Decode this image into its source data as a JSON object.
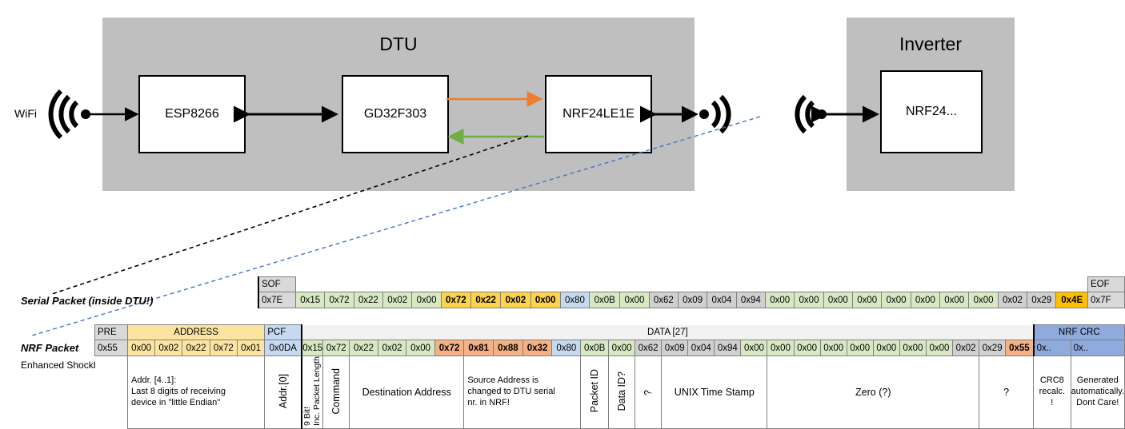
{
  "diagram": {
    "dtu": {
      "title": "DTU",
      "chips": [
        {
          "name": "ESP8266"
        },
        {
          "name": "GD32F303"
        },
        {
          "name": "NRF24LE1E"
        }
      ],
      "wifi_label": "WiFi",
      "arrow_colors": {
        "tx": "#ED7D31",
        "rx": "#70AD47",
        "bus": "#000000"
      }
    },
    "inverter": {
      "title": "Inverter",
      "chips": [
        {
          "name": "NRF24..."
        }
      ]
    },
    "connector_colors": {
      "serial_leader": "#000000",
      "nrf_leader": "#4472C4"
    }
  },
  "labels": {
    "serial_packet": "Serial Packet (inside DTU!)",
    "nrf_packet": "NRF Packet",
    "shockburst": "Enhanced Shockburst"
  },
  "serial_packet": {
    "sof_header": "SOF",
    "eof_header": "EOF",
    "sof_value": "0x7E",
    "eof_value": "0x7F",
    "bytes": [
      {
        "v": "0x15",
        "c": "c-green"
      },
      {
        "v": "0x72",
        "c": "c-green"
      },
      {
        "v": "0x22",
        "c": "c-green"
      },
      {
        "v": "0x02",
        "c": "c-green"
      },
      {
        "v": "0x00",
        "c": "c-green"
      },
      {
        "v": "0x72",
        "c": "c-yellow"
      },
      {
        "v": "0x22",
        "c": "c-yellow"
      },
      {
        "v": "0x02",
        "c": "c-yellow"
      },
      {
        "v": "0x00",
        "c": "c-yellow"
      },
      {
        "v": "0x80",
        "c": "c-blue"
      },
      {
        "v": "0x0B",
        "c": "c-green"
      },
      {
        "v": "0x00",
        "c": "c-green"
      },
      {
        "v": "0x62",
        "c": "c-greyd"
      },
      {
        "v": "0x09",
        "c": "c-greyd"
      },
      {
        "v": "0x04",
        "c": "c-greyd"
      },
      {
        "v": "0x94",
        "c": "c-greyd"
      },
      {
        "v": "0x00",
        "c": "c-green"
      },
      {
        "v": "0x00",
        "c": "c-green"
      },
      {
        "v": "0x00",
        "c": "c-green"
      },
      {
        "v": "0x00",
        "c": "c-green"
      },
      {
        "v": "0x00",
        "c": "c-green"
      },
      {
        "v": "0x00",
        "c": "c-green"
      },
      {
        "v": "0x00",
        "c": "c-green"
      },
      {
        "v": "0x00",
        "c": "c-green"
      },
      {
        "v": "0x02",
        "c": "c-greyd"
      },
      {
        "v": "0x29",
        "c": "c-greyd"
      },
      {
        "v": "0x4E",
        "c": "c-amber"
      }
    ]
  },
  "nrf_packet": {
    "groups": {
      "pre": "PRE",
      "address": "ADDRESS",
      "pcf": "PCF",
      "data": "DATA [27]",
      "crc": "NRF CRC"
    },
    "pre_value": "0x55",
    "address_values": [
      "0x00",
      "0x02",
      "0x22",
      "0x72",
      "0x01"
    ],
    "pcf_value": "0x0DA",
    "crc_values": [
      "0x..",
      "0x.."
    ],
    "bytes": [
      {
        "v": "0x15",
        "c": "c-green"
      },
      {
        "v": "0x72",
        "c": "c-green"
      },
      {
        "v": "0x22",
        "c": "c-green"
      },
      {
        "v": "0x02",
        "c": "c-green"
      },
      {
        "v": "0x00",
        "c": "c-green"
      },
      {
        "v": "0x72",
        "c": "c-orange"
      },
      {
        "v": "0x81",
        "c": "c-orange"
      },
      {
        "v": "0x88",
        "c": "c-orange"
      },
      {
        "v": "0x32",
        "c": "c-orange"
      },
      {
        "v": "0x80",
        "c": "c-blue"
      },
      {
        "v": "0x0B",
        "c": "c-green"
      },
      {
        "v": "0x00",
        "c": "c-green"
      },
      {
        "v": "0x62",
        "c": "c-greyd"
      },
      {
        "v": "0x09",
        "c": "c-greyd"
      },
      {
        "v": "0x04",
        "c": "c-greyd"
      },
      {
        "v": "0x94",
        "c": "c-greyd"
      },
      {
        "v": "0x00",
        "c": "c-green"
      },
      {
        "v": "0x00",
        "c": "c-green"
      },
      {
        "v": "0x00",
        "c": "c-green"
      },
      {
        "v": "0x00",
        "c": "c-green"
      },
      {
        "v": "0x00",
        "c": "c-green"
      },
      {
        "v": "0x00",
        "c": "c-green"
      },
      {
        "v": "0x00",
        "c": "c-green"
      },
      {
        "v": "0x00",
        "c": "c-green"
      },
      {
        "v": "0x02",
        "c": "c-greyd"
      },
      {
        "v": "0x29",
        "c": "c-greyd"
      },
      {
        "v": "0x55",
        "c": "c-orange"
      }
    ]
  },
  "descriptions": {
    "address": "Addr. [4..1]:\nLast 8 digits of receiving device in \"little Endian\"",
    "addr0": "Addr.[0]",
    "packet_length": "9 Bit!\nInc. Packet Length",
    "packet_length_a": "9 Bit!",
    "packet_length_b": "Inc. Packet Length",
    "command": "Command",
    "destination": "Destination Address",
    "source": "Source Address is changed to DTU serial nr. in NRF!",
    "packet_id": "Packet ID",
    "data_id": "Data ID?",
    "tilde": "?",
    "unix": "UNIX Time Stamp",
    "zero": "Zero (?)",
    "question": "?",
    "crc8": "CRC8 recalc.!",
    "generated": "Generated automatically. Dont Care!"
  }
}
